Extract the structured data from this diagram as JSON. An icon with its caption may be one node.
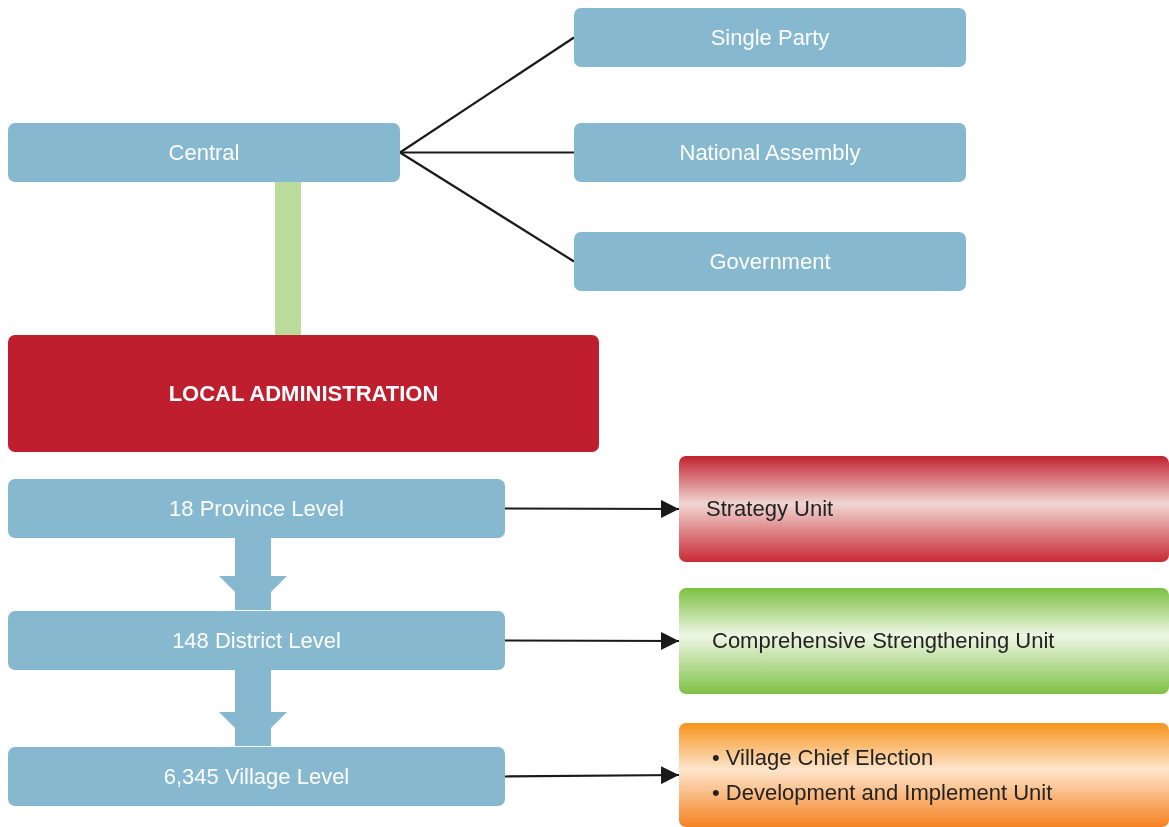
{
  "diagram": {
    "nodes": [
      {
        "text": [
          "Central"
        ]
      },
      {
        "text": [
          "Single Party"
        ]
      },
      {
        "text": [
          "National Assembly"
        ]
      },
      {
        "text": [
          "Government"
        ]
      },
      {
        "text": [
          "LOCAL ADMINISTRATION"
        ]
      },
      {
        "text": [
          "18 Province Level"
        ]
      },
      {
        "text": [
          "148 District Level"
        ]
      },
      {
        "text": [
          "6,345 Village Level"
        ]
      },
      {
        "text": [
          "Strategy Unit"
        ]
      },
      {
        "text": [
          "Comprehensive Strengthening Unit"
        ]
      },
      {
        "text": [
          "• Village Chief Election",
          "• Development and Implement Unit"
        ]
      }
    ],
    "edges": [
      {
        "from": 0,
        "to": 1,
        "arrow": "none"
      },
      {
        "from": 0,
        "to": 2,
        "arrow": "none"
      },
      {
        "from": 0,
        "to": 3,
        "arrow": "none"
      },
      {
        "from": 0,
        "to": 4,
        "arrow": "none",
        "style": "thick",
        "color": "#b9dc9d"
      },
      {
        "from": 5,
        "to": 8,
        "arrow": "to"
      },
      {
        "from": 5,
        "to": 6,
        "arrow": "to",
        "style": "thick",
        "color": "#86b8d0"
      },
      {
        "from": 6,
        "to": 9,
        "arrow": "to"
      },
      {
        "from": 6,
        "to": 7,
        "arrow": "to",
        "style": "thick",
        "color": "#86b8d0"
      },
      {
        "from": 7,
        "to": 10,
        "arrow": "to"
      }
    ]
  }
}
